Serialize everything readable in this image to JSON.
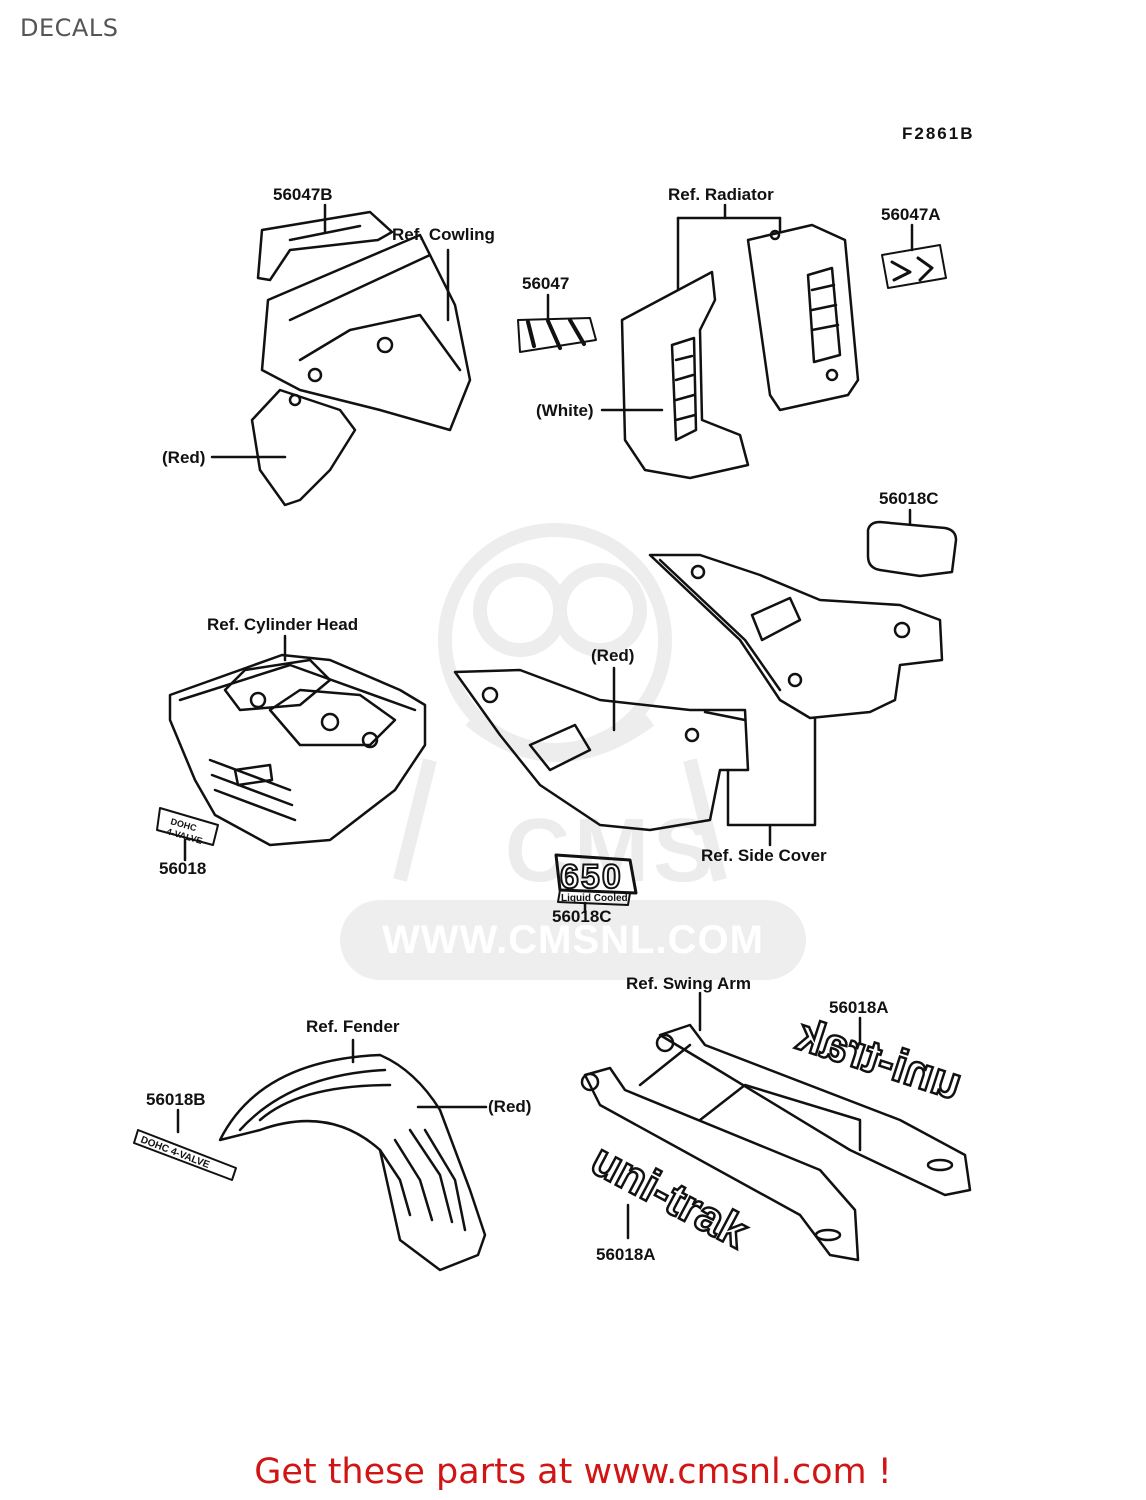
{
  "page_title": "DECALS",
  "figure_code": "F2861B",
  "labels": {
    "p56047B": "56047B",
    "ref_cowling": "Ref. Cowling",
    "red_cowling": "(Red)",
    "p56047": "56047",
    "ref_radiator": "Ref. Radiator",
    "p56047A": "56047A",
    "white": "(White)",
    "p56018C_top": "56018C",
    "ref_cylinder_head": "Ref. Cylinder Head",
    "red_side": "(Red)",
    "p56018": "56018",
    "ref_side_cover": "Ref. Side Cover",
    "p56018C_bottom": "56018C",
    "ref_swing_arm": "Ref. Swing Arm",
    "p56018A_top": "56018A",
    "ref_fender": "Ref. Fender",
    "p56018B": "56018B",
    "red_fender": "(Red)",
    "p56018A_bottom": "56018A"
  },
  "decals": {
    "emblem_number": "650",
    "emblem_text": "Liquid Cooled",
    "cyl_head_decal_line1": "DOHC",
    "cyl_head_decal_line2": "4-VALVE",
    "fender_decal": "DOHC 4-VALVE",
    "swingarm_decal": "uni-trak"
  },
  "watermark": {
    "brand": "CMS",
    "url": "WWW.CMSNL.COM"
  },
  "footer": "Get these parts at www.cmsnl.com !"
}
